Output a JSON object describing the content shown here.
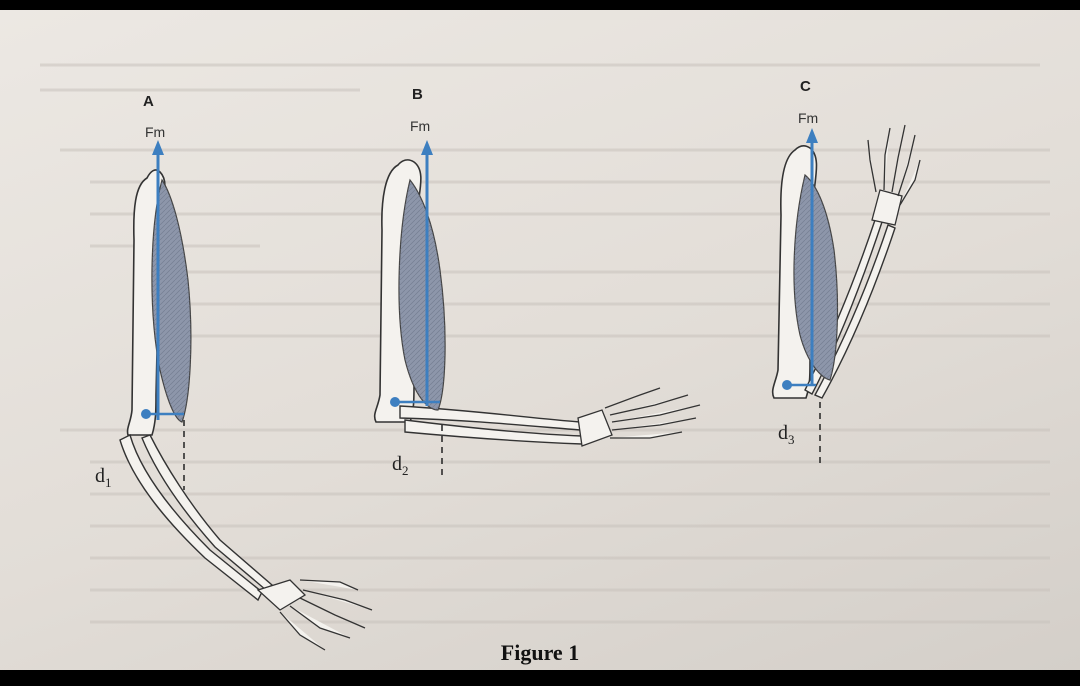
{
  "figure": {
    "caption": "Figure 1",
    "force_label": "Fm",
    "accent_color": "#3d7fc0",
    "muscle_color": "#8d96aa",
    "panels": [
      {
        "letter": "A",
        "distance_label": "d",
        "distance_sub": "1",
        "elbow_angle": "extended"
      },
      {
        "letter": "B",
        "distance_label": "d",
        "distance_sub": "2",
        "elbow_angle": "90°"
      },
      {
        "letter": "C",
        "distance_label": "d",
        "distance_sub": "3",
        "elbow_angle": "flexed"
      }
    ]
  }
}
